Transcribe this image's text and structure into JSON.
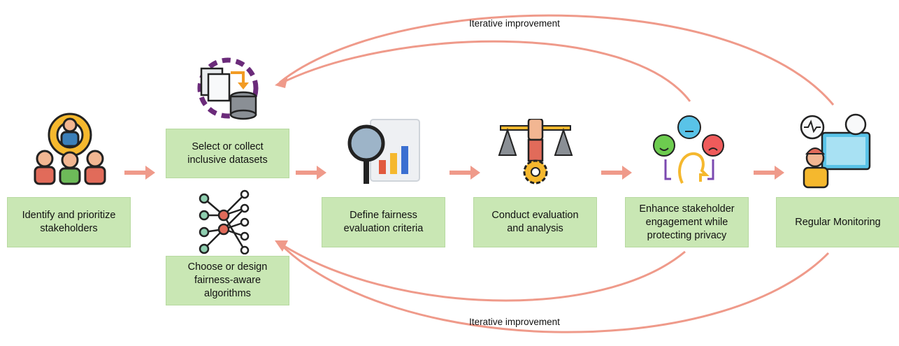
{
  "steps": [
    {
      "id": "stakeholders",
      "label": "Identify and prioritize\nstakeholders",
      "icon": "stakeholders-gear-icon"
    },
    {
      "id": "datasets",
      "label": "Select or collect\ninclusive datasets",
      "icon": "dataset-database-icon"
    },
    {
      "id": "algorithms",
      "label": "Choose or design\nfairness-aware algorithms",
      "icon": "neural-network-icon"
    },
    {
      "id": "criteria",
      "label": "Define fairness\nevaluation criteria",
      "icon": "magnifier-chart-icon"
    },
    {
      "id": "evaluation",
      "label": "Conduct evaluation\nand analysis",
      "icon": "justice-scale-icon"
    },
    {
      "id": "engagement",
      "label": "Enhance stakeholder\nengagement while\nprotecting privacy",
      "icon": "emotion-faces-icon"
    },
    {
      "id": "monitoring",
      "label": "Regular Monitoring",
      "icon": "monitoring-worker-icon"
    }
  ],
  "feedback": {
    "top_label": "Iterative improvement",
    "bottom_label": "Iterative improvement"
  },
  "colors": {
    "box_fill": "#c9e7b4",
    "arrow": "#ef9a8a"
  }
}
